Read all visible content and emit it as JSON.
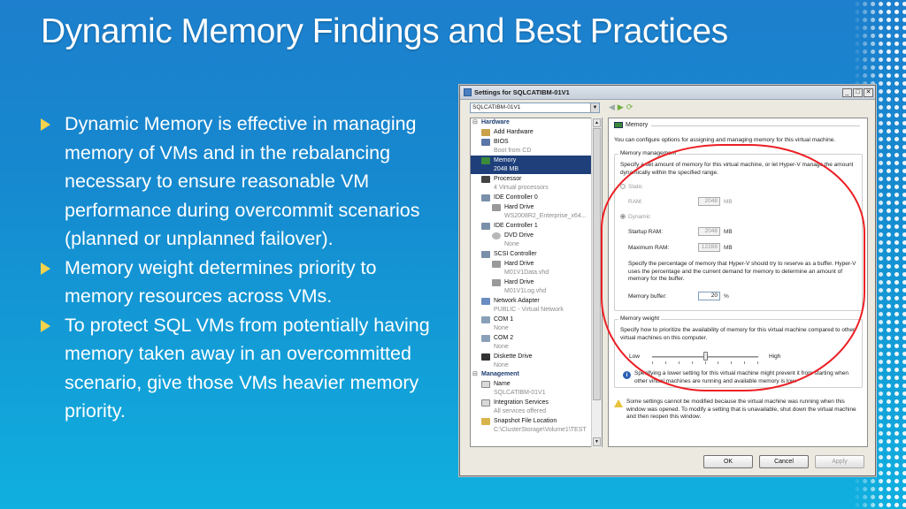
{
  "slide": {
    "title": "Dynamic Memory Findings and Best Practices",
    "bullets": [
      "Dynamic Memory is effective in managing memory of VMs and in the rebalancing necessary to ensure reasonable VM performance during overcommit scenarios (planned or unplanned failover).",
      "Memory weight determines priority to memory resources across VMs.",
      "To protect SQL VMs from potentially having memory taken away in an overcommitted scenario, give those VMs heavier memory priority."
    ]
  },
  "dialog": {
    "title": "Settings for SQLCATIBM-01V1",
    "vm_select": "SQLCATIBM-01V1",
    "tree": {
      "hardware_label": "Hardware",
      "add_hardware": "Add Hardware",
      "bios": {
        "name": "BIOS",
        "sub": "Boot from CD"
      },
      "memory": {
        "name": "Memory",
        "sub": "2048 MB"
      },
      "processor": {
        "name": "Processor",
        "sub": "4 Virtual processors"
      },
      "ide0": "IDE Controller 0",
      "ide0_hd": {
        "name": "Hard Drive",
        "sub": "WS2008R2_Enterprise_x64..."
      },
      "ide1": "IDE Controller 1",
      "dvd": {
        "name": "DVD Drive",
        "sub": "None"
      },
      "scsi": "SCSI Controller",
      "scsi_hd1": {
        "name": "Hard Drive",
        "sub": "M01V1Data.vhd"
      },
      "scsi_hd2": {
        "name": "Hard Drive",
        "sub": "M01V1Log.vhd"
      },
      "nic": {
        "name": "Network Adapter",
        "sub": "PUBLIC - Virtual Network"
      },
      "com1": {
        "name": "COM 1",
        "sub": "None"
      },
      "com2": {
        "name": "COM 2",
        "sub": "None"
      },
      "diskette": {
        "name": "Diskette Drive",
        "sub": "None"
      },
      "management_label": "Management",
      "name": {
        "name": "Name",
        "sub": "SQLCATIBM-01V1"
      },
      "integration": {
        "name": "Integration Services",
        "sub": "All services offered"
      },
      "snapshot": {
        "name": "Snapshot File Location",
        "sub": "C:\\ClusterStorage\\Volume1\\TEST"
      }
    },
    "panel": {
      "header": "Memory",
      "description": "You can configure options for assigning and managing memory for this virtual machine.",
      "mm_group": "Memory management",
      "mm_desc": "Specify a set amount of memory for this virtual machine, or let Hyper-V manage the amount dynamically within the specified range.",
      "static_label": "Static",
      "ram_label": "RAM:",
      "ram_value": "2048",
      "dynamic_label": "Dynamic",
      "startup_label": "Startup RAM:",
      "startup_value": "2048",
      "max_label": "Maximum RAM:",
      "max_value": "12288",
      "unit_mb": "MB",
      "buffer_desc": "Specify the percentage of memory that Hyper-V should try to reserve as a buffer. Hyper-V uses the percentage and the current demand for memory to determine an amount of memory for the buffer.",
      "buffer_label": "Memory buffer:",
      "buffer_value": "20",
      "unit_pct": "%",
      "mw_group": "Memory weight",
      "mw_desc": "Specify how to prioritize the availability of memory for this virtual machine compared to other virtual machines on this computer.",
      "low": "Low",
      "high": "High",
      "weight_level": 0.5,
      "mw_info": "Specifying a lower setting for this virtual machine might prevent it from starting when other virtual machines are running and available memory is low.",
      "warning": "Some settings cannot be modified because the virtual machine was running when this window was opened. To modify a setting that is unavailable, shut down the virtual machine and then reopen this window."
    },
    "buttons": {
      "ok": "OK",
      "cancel": "Cancel",
      "apply": "Apply"
    }
  },
  "colors": {
    "highlight_oval": "#ec1f24",
    "bullet_arrow": "#f2d34b",
    "selection": "#1e3f7a"
  },
  "icons": [
    "bullet-arrow-icon",
    "memory-chip-icon",
    "info-icon",
    "warning-icon",
    "back-arrow-icon",
    "forward-arrow-icon",
    "refresh-icon"
  ]
}
